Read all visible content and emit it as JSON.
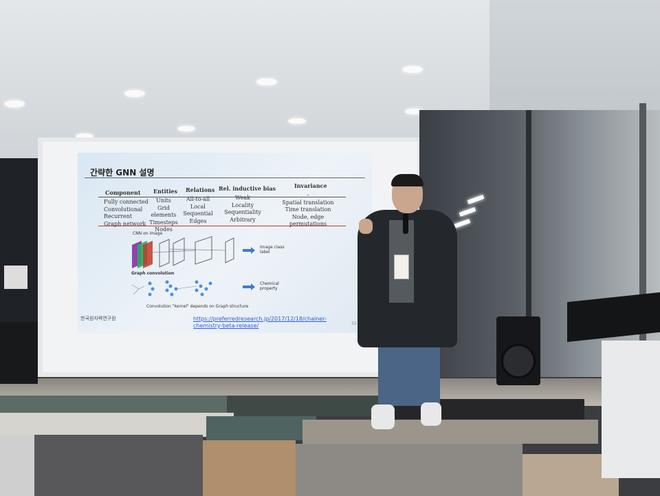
{
  "slide": {
    "title": "간략한 GNN 설명",
    "table": {
      "headers": [
        "Component",
        "Entities",
        "Relations",
        "Rel. inductive bias",
        "Invariance"
      ],
      "rows": [
        [
          "Fully connected",
          "Units",
          "All-to-all",
          "Weak",
          "-"
        ],
        [
          "Convolutional",
          "Grid elements",
          "Local",
          "Locality",
          "Spatial translation"
        ],
        [
          "Recurrent",
          "Timesteps",
          "Sequential",
          "Sequentiality",
          "Time translation"
        ],
        [
          "Graph network",
          "Nodes",
          "Edges",
          "Arbitrary",
          "Node, edge permutations"
        ]
      ]
    },
    "cnn_label": "CNN on image",
    "cnn_output": "Image class label",
    "graph_label": "Graph convolution",
    "graph_output": "Chemical property",
    "caption": "Convolution \"kernel\" depends on Graph structure",
    "url": "https://preferredresearch.jp/2017/12/18/chainer-chemistry-beta-release/",
    "logo_text": "한국원자력연구원",
    "page_number": "32"
  },
  "colors": {
    "slide_bg": "#e6eef6",
    "accent_rule": "#c0392b",
    "link": "#2e5bd8",
    "arrow": "#3a7bd5"
  }
}
